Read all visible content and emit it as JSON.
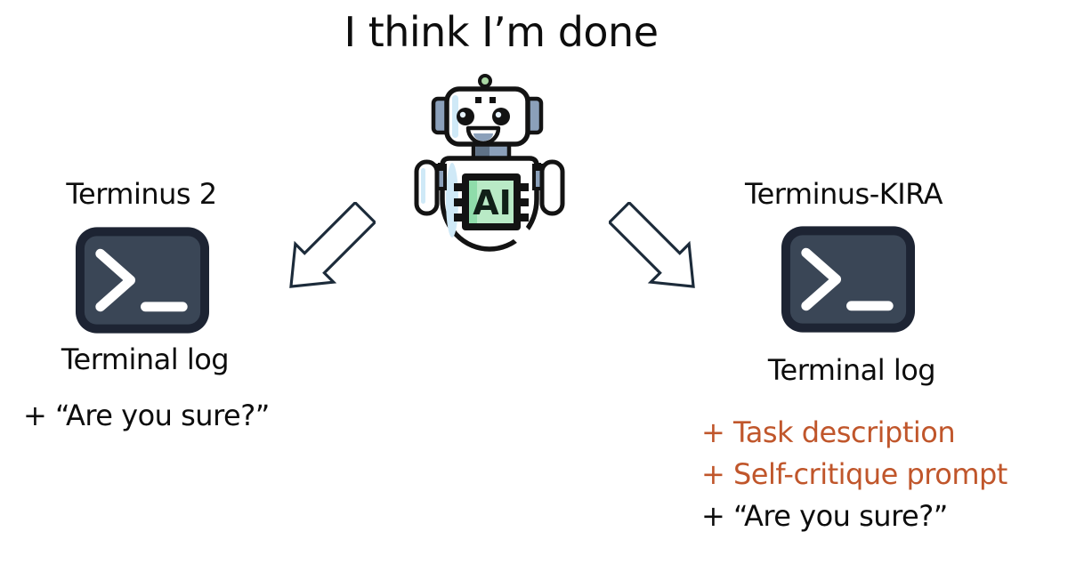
{
  "title": "I think I’m done",
  "robot": {
    "icon": "ai-robot-icon",
    "chip_label": "AI"
  },
  "arrows": {
    "left": "arrow-down-left",
    "right": "arrow-down-right"
  },
  "left_branch": {
    "heading": "Terminus 2",
    "icon": "terminal-icon",
    "caption": "Terminal log",
    "items": [
      {
        "text": "+ “Are you sure?”",
        "color": "black"
      }
    ]
  },
  "right_branch": {
    "heading": "Terminus-KIRA",
    "icon": "terminal-icon",
    "caption": "Terminal log",
    "items": [
      {
        "text": "+ Task description",
        "color": "orange"
      },
      {
        "text": "+ Self-critique prompt",
        "color": "orange"
      },
      {
        "text": "+ “Are you sure?”",
        "color": "black"
      }
    ]
  },
  "colors": {
    "text": "#0d0d0d",
    "accent_orange": "#c0562b",
    "arrow_stroke": "#1c2b3a",
    "terminal_border": "#1d2433",
    "terminal_fill": "#3a4656",
    "robot_blue_grey": "#8ba0ba",
    "robot_blue_dark": "#5f7287",
    "robot_light_blue": "#cfe9f7",
    "chip_green": "#b9eac6",
    "chip_green_shade": "#8fdcaa",
    "antenna_green": "#a9d7a3"
  }
}
